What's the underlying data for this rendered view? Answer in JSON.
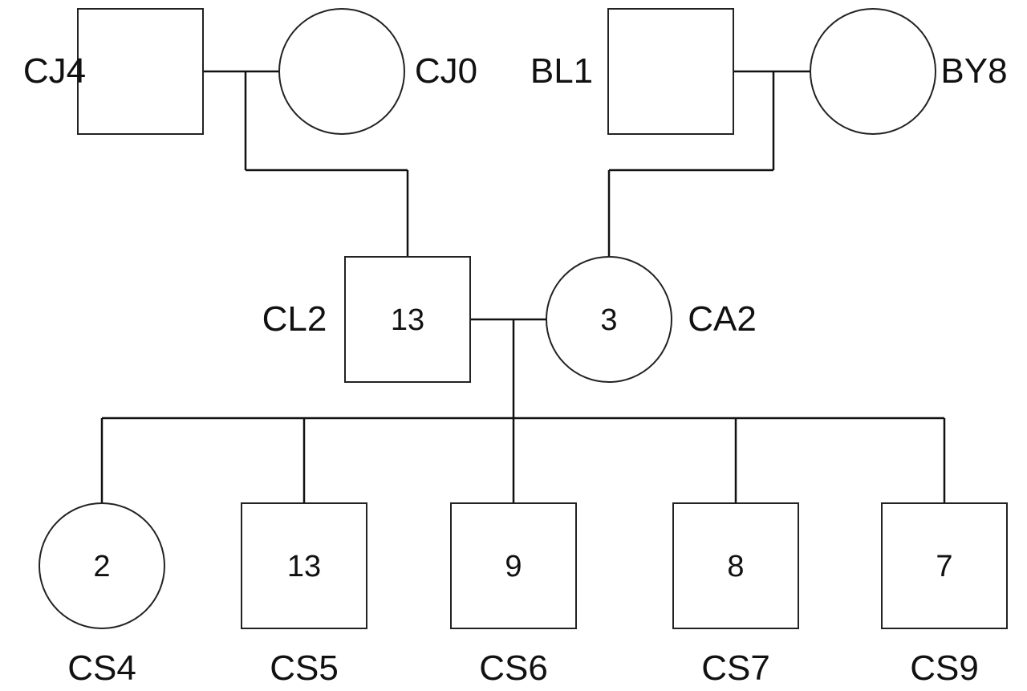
{
  "pedigree": {
    "individuals": [
      {
        "id": "CJ4",
        "sex": "male",
        "label": "CJ4",
        "count": ""
      },
      {
        "id": "CJ0",
        "sex": "female",
        "label": "CJ0",
        "count": ""
      },
      {
        "id": "BL1",
        "sex": "male",
        "label": "BL1",
        "count": ""
      },
      {
        "id": "BY8",
        "sex": "female",
        "label": "BY8",
        "count": ""
      },
      {
        "id": "CL2",
        "sex": "male",
        "label": "CL2",
        "count": "13"
      },
      {
        "id": "CA2",
        "sex": "female",
        "label": "CA2",
        "count": "3"
      },
      {
        "id": "CS4",
        "sex": "female",
        "label": "CS4",
        "count": "2"
      },
      {
        "id": "CS5",
        "sex": "male",
        "label": "CS5",
        "count": "13"
      },
      {
        "id": "CS6",
        "sex": "male",
        "label": "CS6",
        "count": "9"
      },
      {
        "id": "CS7",
        "sex": "male",
        "label": "CS7",
        "count": "8"
      },
      {
        "id": "CS9",
        "sex": "male",
        "label": "CS9",
        "count": "7"
      }
    ],
    "unions": [
      {
        "partners": [
          "CJ4",
          "CJ0"
        ],
        "children": [
          "CL2"
        ]
      },
      {
        "partners": [
          "BL1",
          "BY8"
        ],
        "children": [
          "CA2"
        ]
      },
      {
        "partners": [
          "CL2",
          "CA2"
        ],
        "children": [
          "CS4",
          "CS5",
          "CS6",
          "CS7",
          "CS9"
        ]
      }
    ],
    "colors": {
      "stroke": "#222222",
      "fill": "#ffffff",
      "text": "#111111"
    }
  }
}
